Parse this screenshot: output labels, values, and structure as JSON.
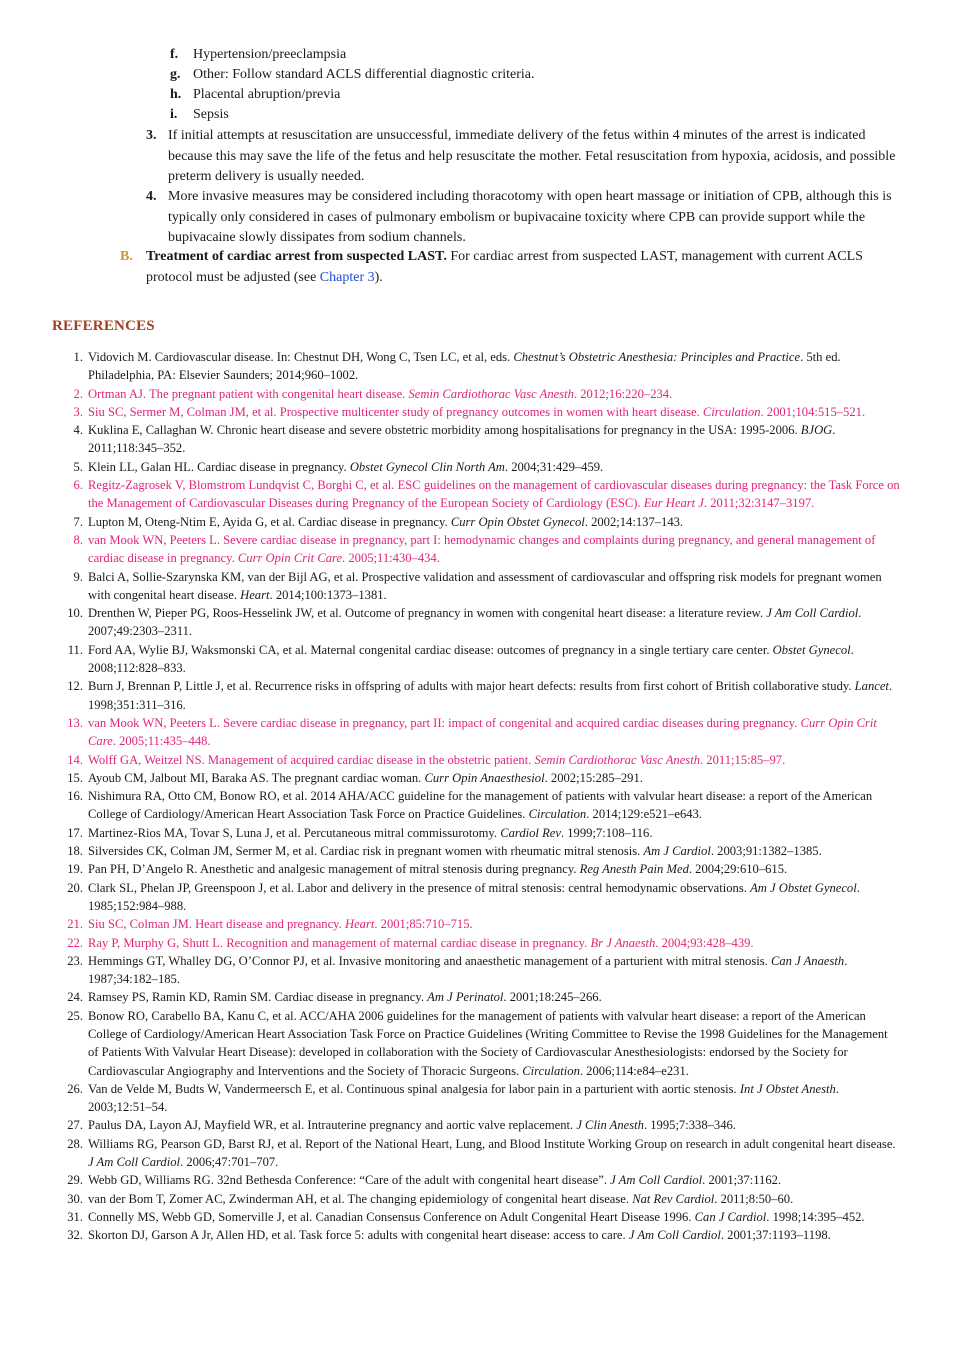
{
  "outline": {
    "sub_items": [
      {
        "label": "f.",
        "text": "Hypertension/preeclampsia"
      },
      {
        "label": "g.",
        "text": "Other: Follow standard ACLS differential diagnostic criteria."
      },
      {
        "label": "h.",
        "text": "Placental abruption/previa"
      },
      {
        "label": "i.",
        "text": "Sepsis"
      }
    ],
    "item3": {
      "label": "3.",
      "text": "If initial attempts at resuscitation are unsuccessful, immediate delivery of the fetus within 4 minutes of the arrest is indicated because this may save the life of the fetus and help resuscitate the mother. Fetal resuscitation from hypoxia, acidosis, and possible preterm delivery is usually needed."
    },
    "item4": {
      "label": "4.",
      "text": "More invasive measures may be considered including thoracotomy with open heart massage or initiation of CPB, although this is typically only considered in cases of pulmonary embolism or bupivacaine toxicity where CPB can provide support while the bupivacaine slowly dissipates from sodium channels."
    },
    "section_b": {
      "label": "B.",
      "bold": "Treatment of cardiac arrest from suspected LAST.",
      "text": " For cardiac arrest from suspected LAST, management with current ACLS protocol must be adjusted (see ",
      "link": "Chapter 3",
      "tail": ")."
    }
  },
  "references_heading": "REFERENCES",
  "references": [
    {
      "n": "1.",
      "pink": false,
      "a": "Vidovich M. Cardiovascular disease. In: Chestnut DH, Wong C, Tsen LC, et al, eds. ",
      "j": "Chestnut’s Obstetric Anesthesia: Principles and Practice",
      "b": ". 5th ed. Philadelphia, PA: Elsevier Saunders; 2014;960–1002."
    },
    {
      "n": "2.",
      "pink": true,
      "a": "Ortman AJ. The pregnant patient with congenital heart disease. ",
      "j": "Semin Cardiothorac Vasc Anesth",
      "b": ". 2012;16:220–234."
    },
    {
      "n": "3.",
      "pink": true,
      "a": "Siu SC, Sermer M, Colman JM, et al. Prospective multicenter study of pregnancy outcomes in women with heart disease. ",
      "j": "Circulation",
      "b": ". 2001;104:515–521."
    },
    {
      "n": "4.",
      "pink": false,
      "a": "Kuklina E, Callaghan W. Chronic heart disease and severe obstetric morbidity among hospitalisations for pregnancy in the USA: 1995-2006. ",
      "j": "BJOG",
      "b": ". 2011;118:345–352."
    },
    {
      "n": "5.",
      "pink": false,
      "a": "Klein LL, Galan HL. Cardiac disease in pregnancy. ",
      "j": "Obstet Gynecol Clin North Am",
      "b": ". 2004;31:429–459."
    },
    {
      "n": "6.",
      "pink": true,
      "a": "Regitz-Zagrosek V, Blomstrom Lundqvist C, Borghi C, et al. ESC guidelines on the management of cardiovascular diseases during pregnancy: the Task Force on the Management of Cardiovascular Diseases during Pregnancy of the European Society of Cardiology (ESC). ",
      "j": "Eur Heart J",
      "b": ". 2011;32:3147–3197."
    },
    {
      "n": "7.",
      "pink": false,
      "a": "Lupton M, Oteng-Ntim E, Ayida G, et al. Cardiac disease in pregnancy. ",
      "j": "Curr Opin Obstet Gynecol",
      "b": ". 2002;14:137–143."
    },
    {
      "n": "8.",
      "pink": true,
      "a": "van Mook WN, Peeters L. Severe cardiac disease in pregnancy, part I: hemodynamic changes and complaints during pregnancy, and general management of cardiac disease in pregnancy. ",
      "j": "Curr Opin Crit Care",
      "b": ". 2005;11:430–434."
    },
    {
      "n": "9.",
      "pink": false,
      "a": "Balci A, Sollie-Szarynska KM, van der Bijl AG, et al. Prospective validation and assessment of cardiovascular and offspring risk models for pregnant women with congenital heart disease. ",
      "j": "Heart",
      "b": ". 2014;100:1373–1381."
    },
    {
      "n": "10.",
      "pink": false,
      "a": "Drenthen W, Pieper PG, Roos-Hesselink JW, et al. Outcome of pregnancy in women with congenital heart disease: a literature review. ",
      "j": "J Am Coll Cardiol",
      "b": ". 2007;49:2303–2311."
    },
    {
      "n": "11.",
      "pink": false,
      "a": "Ford AA, Wylie BJ, Waksmonski CA, et al. Maternal congenital cardiac disease: outcomes of pregnancy in a single tertiary care center. ",
      "j": "Obstet Gynecol",
      "b": ". 2008;112:828–833."
    },
    {
      "n": "12.",
      "pink": false,
      "a": "Burn J, Brennan P, Little J, et al. Recurrence risks in offspring of adults with major heart defects: results from first cohort of British collaborative study. ",
      "j": "Lancet",
      "b": ". 1998;351:311–316."
    },
    {
      "n": "13.",
      "pink": true,
      "a": "van Mook WN, Peeters L. Severe cardiac disease in pregnancy, part II: impact of congenital and acquired cardiac diseases during pregnancy. ",
      "j": "Curr Opin Crit Care",
      "b": ". 2005;11:435–448."
    },
    {
      "n": "14.",
      "pink": true,
      "a": "Wolff GA, Weitzel NS. Management of acquired cardiac disease in the obstetric patient. ",
      "j": "Semin Cardiothorac Vasc Anesth",
      "b": ". 2011;15:85–97."
    },
    {
      "n": "15.",
      "pink": false,
      "a": "Ayoub CM, Jalbout MI, Baraka AS. The pregnant cardiac woman. ",
      "j": "Curr Opin Anaesthesiol",
      "b": ". 2002;15:285–291."
    },
    {
      "n": "16.",
      "pink": false,
      "a": "Nishimura RA, Otto CM, Bonow RO, et al. 2014 AHA/ACC guideline for the management of patients with valvular heart disease: a report of the American College of Cardiology/American Heart Association Task Force on Practice Guidelines. ",
      "j": "Circulation",
      "b": ". 2014;129:e521–e643."
    },
    {
      "n": "17.",
      "pink": false,
      "a": "Martinez-Rios MA, Tovar S, Luna J, et al. Percutaneous mitral commissurotomy. ",
      "j": "Cardiol Rev",
      "b": ". 1999;7:108–116."
    },
    {
      "n": "18.",
      "pink": false,
      "a": "Silversides CK, Colman JM, Sermer M, et al. Cardiac risk in pregnant women with rheumatic mitral stenosis. ",
      "j": "Am J Cardiol",
      "b": ". 2003;91:1382–1385."
    },
    {
      "n": "19.",
      "pink": false,
      "a": "Pan PH, D’Angelo R. Anesthetic and analgesic management of mitral stenosis during pregnancy. ",
      "j": "Reg Anesth Pain Med",
      "b": ". 2004;29:610–615."
    },
    {
      "n": "20.",
      "pink": false,
      "a": "Clark SL, Phelan JP, Greenspoon J, et al. Labor and delivery in the presence of mitral stenosis: central hemodynamic observations. ",
      "j": "Am J Obstet Gynecol",
      "b": ". 1985;152:984–988."
    },
    {
      "n": "21.",
      "pink": true,
      "a": "Siu SC, Colman JM. Heart disease and pregnancy. ",
      "j": "Heart",
      "b": ". 2001;85:710–715."
    },
    {
      "n": "22.",
      "pink": true,
      "a": "Ray P, Murphy G, Shutt L. Recognition and management of maternal cardiac disease in pregnancy. ",
      "j": "Br J Anaesth",
      "b": ". 2004;93:428–439."
    },
    {
      "n": "23.",
      "pink": false,
      "a": "Hemmings GT, Whalley DG, O’Connor PJ, et al. Invasive monitoring and anaesthetic management of a parturient with mitral stenosis. ",
      "j": "Can J Anaesth",
      "b": ". 1987;34:182–185."
    },
    {
      "n": "24.",
      "pink": false,
      "a": "Ramsey PS, Ramin KD, Ramin SM. Cardiac disease in pregnancy. ",
      "j": "Am J Perinatol",
      "b": ". 2001;18:245–266."
    },
    {
      "n": "25.",
      "pink": false,
      "a": "Bonow RO, Carabello BA, Kanu C, et al. ACC/AHA 2006 guidelines for the management of patients with valvular heart disease: a report of the American College of Cardiology/American Heart Association Task Force on Practice Guidelines (Writing Committee to Revise the 1998 Guidelines for the Management of Patients With Valvular Heart Disease): developed in collaboration with the Society of Cardiovascular Anesthesiologists: endorsed by the Society for Cardiovascular Angiography and Interventions and the Society of Thoracic Surgeons. ",
      "j": "Circulation",
      "b": ". 2006;114:e84–e231."
    },
    {
      "n": "26.",
      "pink": false,
      "a": "Van de Velde M, Budts W, Vandermeersch E, et al. Continuous spinal analgesia for labor pain in a parturient with aortic stenosis. ",
      "j": "Int J Obstet Anesth",
      "b": ". 2003;12:51–54."
    },
    {
      "n": "27.",
      "pink": false,
      "a": "Paulus DA, Layon AJ, Mayfield WR, et al. Intrauterine pregnancy and aortic valve replacement. ",
      "j": "J Clin Anesth",
      "b": ". 1995;7:338–346."
    },
    {
      "n": "28.",
      "pink": false,
      "a": "Williams RG, Pearson GD, Barst RJ, et al. Report of the National Heart, Lung, and Blood Institute Working Group on research in adult congenital heart disease. ",
      "j": "J Am Coll Cardiol",
      "b": ". 2006;47:701–707."
    },
    {
      "n": "29.",
      "pink": false,
      "a": "Webb GD, Williams RG. 32nd Bethesda Conference: “Care of the adult with congenital heart disease”. ",
      "j": "J Am Coll Cardiol",
      "b": ". 2001;37:1162."
    },
    {
      "n": "30.",
      "pink": false,
      "a": "van der Bom T, Zomer AC, Zwinderman AH, et al. The changing epidemiology of congenital heart disease. ",
      "j": "Nat Rev Cardiol",
      "b": ". 2011;8:50–60."
    },
    {
      "n": "31.",
      "pink": false,
      "a": "Connelly MS, Webb GD, Somerville J, et al. Canadian Consensus Conference on Adult Congenital Heart Disease 1996. ",
      "j": "Can J Cardiol",
      "b": ". 1998;14:395–452."
    },
    {
      "n": "32.",
      "pink": false,
      "a": "Skorton DJ, Garson A Jr, Allen HD, et al. Task force 5: adults with congenital heart disease: access to care. ",
      "j": "J Am Coll Cardiol",
      "b": ". 2001;37:1193–1198."
    }
  ]
}
